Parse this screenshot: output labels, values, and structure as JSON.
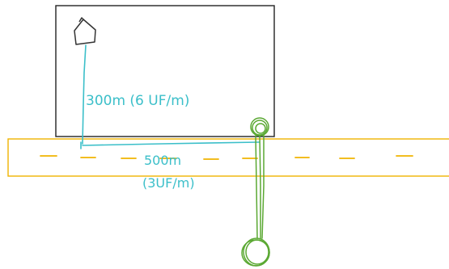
{
  "labels": {
    "upper_segment": "300m (6 UF/m)",
    "lower_segment_length": "500m",
    "lower_segment_rate": "(3UF/m)"
  },
  "colors": {
    "outline": "#222222",
    "road_border": "#f0b400",
    "dashes": "#f0b400",
    "path_line": "#3bbfc9",
    "green_line": "#5aa832",
    "house": "#333333"
  },
  "icons": {
    "start_marker": "house-icon",
    "pole_top": "scribble-circle-icon",
    "pole_bottom": "scribble-circle-icon"
  }
}
